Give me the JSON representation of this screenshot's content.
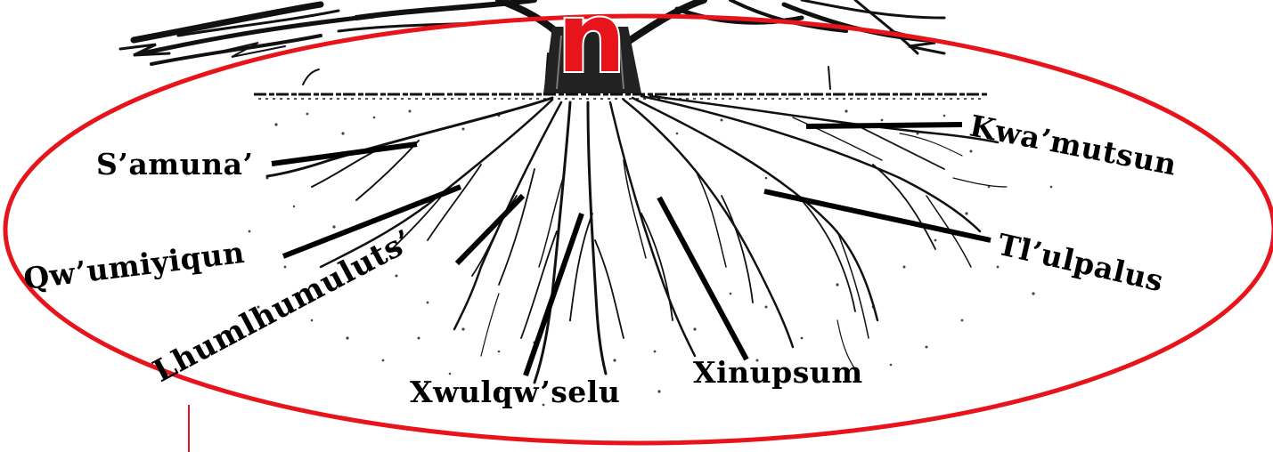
{
  "title_letter": "n",
  "labels": {
    "samuna": "S’amuna’",
    "qwumiyiqun": "Qw’umiyiqun",
    "lhumlhumuluts": "Lhumlhumuluts’",
    "xwulqwselu": "Xwulqw’selu",
    "xinupsum": "Xinupsum",
    "tlulpalus": "Tl’ulpalus",
    "kwamutsun": "Kwa’mutsun"
  },
  "colors": {
    "accent": "#e8141b",
    "ink": "#000000"
  }
}
